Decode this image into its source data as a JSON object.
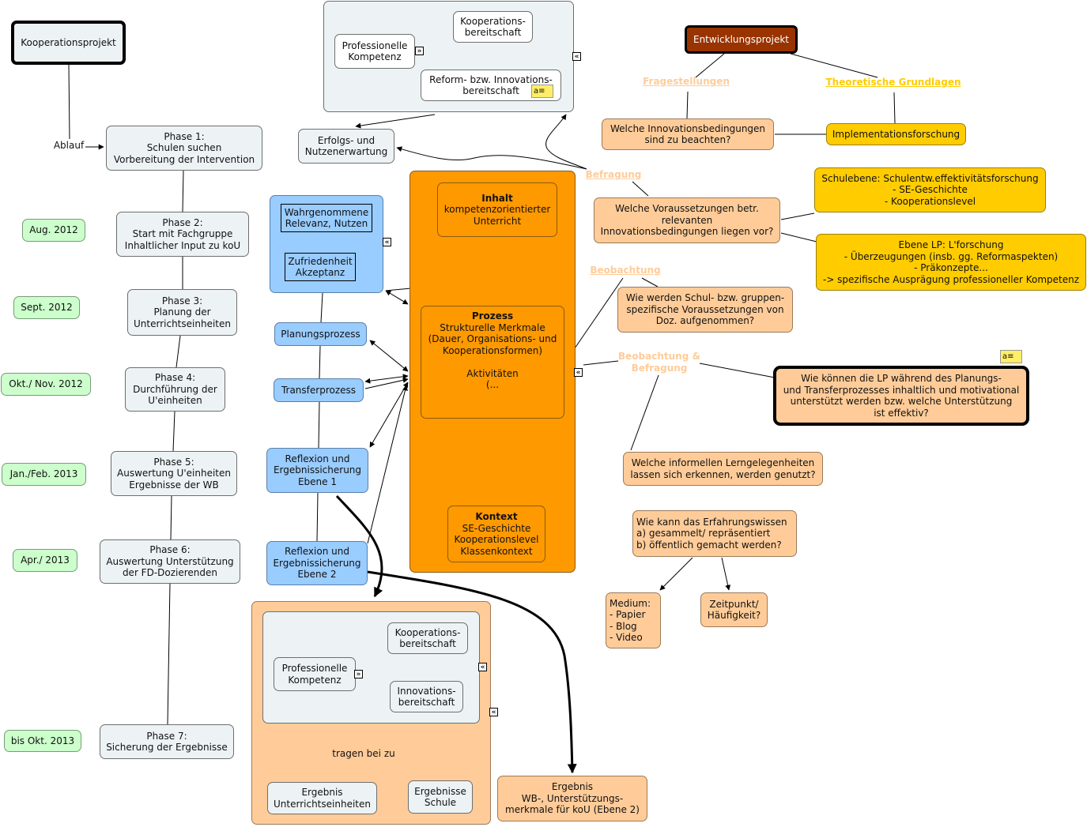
{
  "colors": {
    "grey": "#edf3f5",
    "green": "#ccffcc",
    "blue": "#99ccff",
    "orange": "#ff9900",
    "peach": "#ffcc99",
    "yellow": "#ffcc00",
    "dark": "#993300"
  },
  "nodes": {
    "kooperationsprojekt": "Kooperationsprojekt",
    "ablauf": "Ablauf",
    "phase1": "Phase 1:\nSchulen suchen\nVorbereitung der Intervention",
    "phase2": "Phase 2:\nStart mit Fachgruppe\nInhaltlicher Input zu koU",
    "phase3": "Phase 3:\nPlanung der\nUnterrichtseinheiten",
    "phase4": "Phase 4:\nDurchführung der\nU'einheiten",
    "phase5": "Phase 5:\nAuswertung U'einheiten\nErgebnisse der WB",
    "phase6": "Phase 6:\nAuswertung Unterstützung\nder FD-Dozierenden",
    "phase7": "Phase 7:\nSicherung der Ergebnisse",
    "date_aug": "Aug. 2012",
    "date_sept": "Sept. 2012",
    "date_okt": "Okt./ Nov. 2012",
    "date_jan": "Jan./Feb. 2013",
    "date_apr": "Apr./ 2013",
    "date_bis": "bis Okt. 2013",
    "top_koop": "Kooperations-\nbereitschaft",
    "top_prof": "Professionelle\nKompetenz",
    "top_reform": "Reform- bzw. Innovations-\nbereitschaft",
    "erfolg": "Erfolgs- und\nNutzenerwartung",
    "wahr": "Wahrgenommene\nRelevanz, Nutzen",
    "zufr": "Zufriedenheit\nAkzeptanz",
    "planung": "Planungsprozess",
    "transfer": "Transferprozess",
    "refl1": "Reflexion und\nErgebnissicherung\nEbene 1",
    "refl2": "Reflexion und\nErgebnissicherung\nEbene 2",
    "inhalt_title": "Inhalt",
    "inhalt_text": "kompetenzorientierter\nUnterricht",
    "prozess_title": "Prozess",
    "prozess_text": "Strukturelle Merkmale\n(Dauer, Organisations- und\nKooperationsformen)\n\nAktivitäten\n(...",
    "kontext_title": "Kontext",
    "kontext_text": "SE-Geschichte\nKooperationslevel\nKlassenkontext",
    "bot_koop": "Kooperations-\nbereitschaft",
    "bot_prof": "Professionelle\nKompetenz",
    "bot_innov": "Innovations-\nbereitschaft",
    "tragen": "tragen bei zu",
    "erg_ue": "Ergebnis\nUnterrichtseinheiten",
    "erg_schule": "Ergebnisse\nSchule",
    "erg_wb": "Ergebnis\nWB-, Unterstützungs-\nmerkmale für koU (Ebene 2)",
    "entwicklung": "Entwicklungsprojekt",
    "fragestellungen": "Fragestellungen",
    "theoretische": "Theoretische Grundlagen",
    "q_innov": "Welche Innovationsbedingungen\nsind zu beachten?",
    "implementation": "Implementationsforschung",
    "befragung": "Befragung",
    "q_vorauss": "Welche Voraussetzungen betr.\nrelevanten\nInnovationsbedingungen liegen vor?",
    "schulebene": "Schulebene: Schulentw.effektivitätsforschung\n- SE-Geschichte\n- Kooperationslevel",
    "ebene_lp": "Ebene LP: L'forschung\n- Überzeugungen (insb. gg. Reformaspekten)\n- Präkonzepte...\n-> spezifische Ausprägung professioneller Kompetenz",
    "beobachtung": "Beobachtung",
    "q_schul": "Wie werden Schul- bzw. gruppen-\nspezifische Voraussetzungen von\nDoz. aufgenommen?",
    "beob_befr": "Beobachtung &\nBefragung",
    "q_main": "Wie können die LP während des Planungs-\nund Transferprozesses inhaltlich und motivational\nunterstützt werden bzw. welche Unterstützung\nist effektiv?",
    "q_informell": "Welche informellen Lerngelegenheiten\nlassen sich erkennen, werden genutzt?",
    "q_erfahrung": "Wie kann das Erfahrungswissen\na) gesammelt/ repräsentiert\nb) öffentlich gemacht werden?",
    "medium": "Medium:\n- Papier\n- Blog\n- Video",
    "zeitpunkt": "Zeitpunkt/\nHäufigkeit?"
  }
}
